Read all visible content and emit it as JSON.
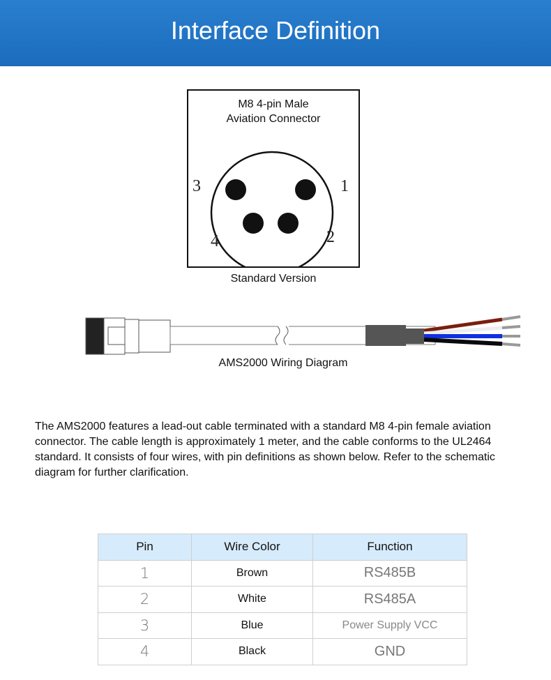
{
  "header": {
    "title": "Interface Definition"
  },
  "connector": {
    "title_line1": "M8 4-pin Male",
    "title_line2": "Aviation Connector",
    "pins": [
      "1",
      "2",
      "3",
      "4"
    ],
    "caption": "Standard Version"
  },
  "wiring": {
    "caption": "AMS2000 Wiring Diagram",
    "wire_colors": [
      "#7a1e0e",
      "#f4f4f4",
      "#1030e0",
      "#0a0a0a"
    ]
  },
  "description": "The AMS2000 features a lead-out cable terminated with a standard M8 4-pin female aviation connector. The cable length is approximately 1 meter, and the cable conforms to the UL2464 standard. It consists of four wires, with pin definitions as shown below. Refer to the schematic diagram for further clarification.",
  "table": {
    "headers": [
      "Pin",
      "Wire Color",
      "Function"
    ],
    "rows": [
      {
        "pin": "1",
        "color": "Brown",
        "function": "RS485B"
      },
      {
        "pin": "2",
        "color": "White",
        "function": "RS485A"
      },
      {
        "pin": "3",
        "color": "Blue",
        "function": "Power Supply VCC"
      },
      {
        "pin": "4",
        "color": "Black",
        "function": "GND"
      }
    ]
  }
}
